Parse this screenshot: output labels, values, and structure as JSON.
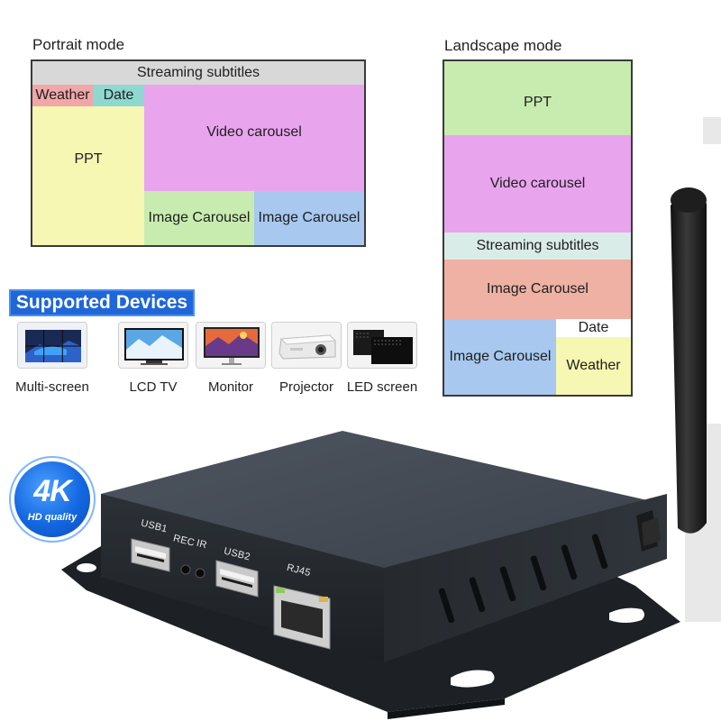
{
  "portrait": {
    "title": "Portrait mode",
    "zones": {
      "subtitles": "Streaming subtitles",
      "weather": "Weather",
      "date": "Date",
      "video": "Video carousel",
      "ppt": "PPT",
      "image1": "Image Carousel",
      "image2": "Image Carousel"
    }
  },
  "landscape": {
    "title": "Landscape mode",
    "zones": {
      "ppt": "PPT",
      "video": "Video carousel",
      "subtitles": "Streaming subtitles",
      "image1": "Image Carousel",
      "image2": "Image Carousel",
      "date": "Date",
      "weather": "Weather"
    }
  },
  "supported": {
    "heading": "Supported Devices",
    "devices": [
      {
        "label": "Multi-screen",
        "icon": "multi-screen-icon"
      },
      {
        "label": "LCD TV",
        "icon": "lcd-tv-icon"
      },
      {
        "label": "Monitor",
        "icon": "monitor-icon"
      },
      {
        "label": "Projector",
        "icon": "projector-icon"
      },
      {
        "label": "LED screen",
        "icon": "led-screen-icon"
      }
    ]
  },
  "badge": {
    "big": "4K",
    "small": "HD quality"
  },
  "hardware": {
    "usb1": "USB1",
    "rec": "REC",
    "ir": "IR",
    "usb2": "USB2",
    "rj45": "RJ45"
  },
  "colors": {
    "green": "#c8ecb0",
    "magenta": "#e9a4ee",
    "yellow": "#f6f7b3",
    "pink": "#f1a7a7",
    "teal": "#8ed8d0",
    "blue": "#a8c8ef",
    "salmon": "#eeb1a3",
    "mint": "#d9ece8",
    "subtitle_gray": "#d8d8d8",
    "brand_blue": "#1f66d8"
  }
}
